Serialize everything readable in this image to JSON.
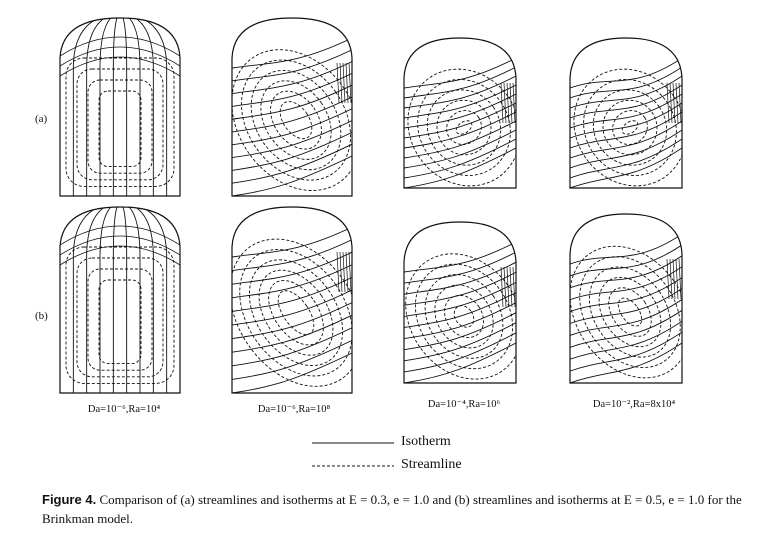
{
  "rows": [
    {
      "label": "(a)"
    },
    {
      "label": "(b)"
    }
  ],
  "panels": [
    {
      "caption": "Da=10⁻⁶,Ra=10⁴",
      "variant": "symmetric"
    },
    {
      "caption": "Da=10⁻⁶,Ra=10⁸",
      "variant": "skewed"
    },
    {
      "caption": "Da=10⁻⁴,Ra=10⁶",
      "variant": "skewed"
    },
    {
      "caption": "Da=10⁻²,Ra=8x10⁴",
      "variant": "wavy"
    }
  ],
  "legend": {
    "solid": "Isotherm",
    "dashed": "Streamline"
  },
  "caption": {
    "label": "Figure 4.",
    "text": "Comparison of (a) streamlines and isotherms at E = 0.3, e = 1.0 and (b) streamlines and isotherms at E = 0.5, e = 1.0 for the Brinkman model."
  },
  "colors": {
    "ink": "#111111",
    "background": "#ffffff"
  }
}
